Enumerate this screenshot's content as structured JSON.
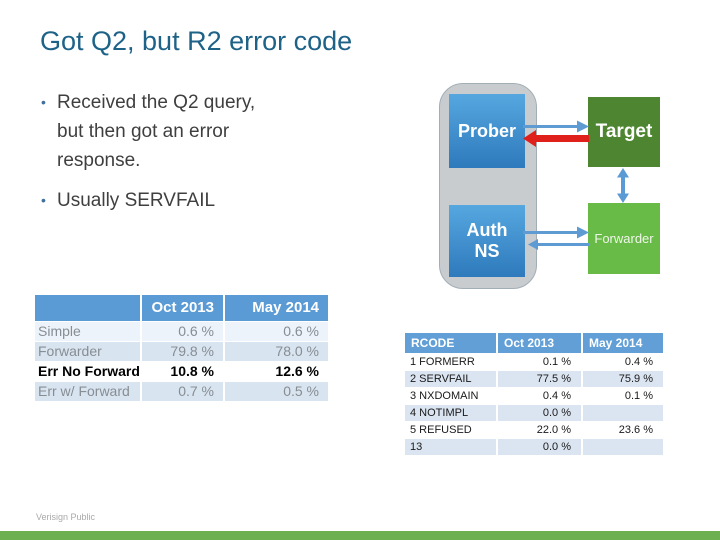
{
  "slide": {
    "title": "Got Q2, but R2 error code",
    "bullets": [
      "Received the Q2 query, but then got an error response.",
      "Usually SERVFAIL"
    ],
    "footer": "Verisign Public"
  },
  "diagram": {
    "prober_label": "Prober",
    "target_label": "Target",
    "auth_ns_label": "Auth NS",
    "forwarder_label": "Forwarder",
    "arrows": [
      {
        "name": "prober-to-target-query",
        "direction": "right",
        "color": "#5f9bd3"
      },
      {
        "name": "target-to-prober-error-response",
        "direction": "left",
        "color": "#e0201a"
      },
      {
        "name": "target-forwarder-link",
        "direction": "both",
        "color": "#5b9bd5"
      },
      {
        "name": "authns-to-forwarder",
        "direction": "right",
        "color": "#5f9bd3"
      },
      {
        "name": "forwarder-to-authns",
        "direction": "left",
        "color": "#5f9bd3"
      }
    ],
    "colors": {
      "node_blue": "#3f8fcc",
      "node_green_dark": "#4e8530",
      "node_green_light": "#69bb48",
      "container_gray": "#c9cccf",
      "arrow_blue": "#5b9bd5",
      "arrow_red": "#e0201a"
    }
  },
  "class_table": {
    "headers": [
      "",
      "Oct 2013",
      "May 2014"
    ],
    "rows": [
      {
        "label": "Simple",
        "oct": "0.6 %",
        "may": "0.6 %"
      },
      {
        "label": "Forwarder",
        "oct": "79.8 %",
        "may": "78.0 %"
      },
      {
        "label": "Err No Forward",
        "oct": "10.8 %",
        "may": "12.6 %"
      },
      {
        "label": "Err w/ Forward",
        "oct": "0.7 %",
        "may": "0.5 %"
      }
    ]
  },
  "rcode_table": {
    "headers": [
      "RCODE",
      "Oct 2013",
      "May 2014"
    ],
    "rows": [
      {
        "label": "1 FORMERR",
        "oct": "0.1 %",
        "may": "0.4 %"
      },
      {
        "label": "2 SERVFAIL",
        "oct": "77.5 %",
        "may": "75.9 %"
      },
      {
        "label": "3 NXDOMAIN",
        "oct": "0.4 %",
        "may": "0.1 %"
      },
      {
        "label": "4 NOTIMPL",
        "oct": "0.0 %",
        "may": ""
      },
      {
        "label": "5 REFUSED",
        "oct": "22.0 %",
        "may": "23.6 %"
      },
      {
        "label": "13",
        "oct": "0.0 %",
        "may": ""
      }
    ]
  },
  "theme": {
    "title_color": "#1e6288",
    "table_header_blue": "#5b9bd5",
    "band_blue": "#d9e4f1",
    "footer_bar_green": "#6cb052"
  }
}
